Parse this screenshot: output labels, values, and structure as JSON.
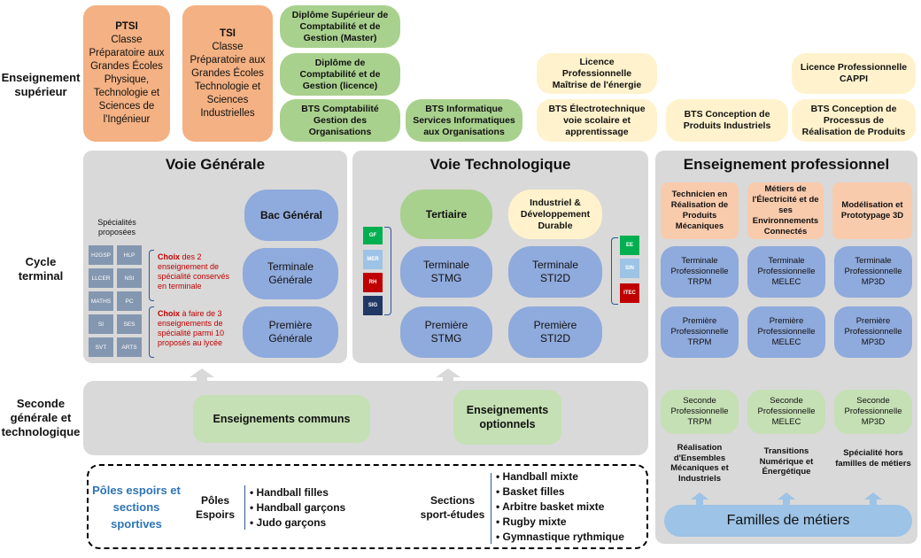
{
  "row_labels": {
    "superieur": "Enseignement supérieur",
    "cycle": "Cycle terminal",
    "seconde": "Seconde générale et technologique"
  },
  "top": {
    "ptsi_title": "PTSI",
    "ptsi_text": "Classe Préparatoire aux Grandes Écoles Physique, Technologie et Sciences de l'Ingénieur",
    "tsi_title": "TSI",
    "tsi_text": "Classe Préparatoire aux Grandes Écoles Technologie et Sciences Industrielles",
    "dscg": "Diplôme Supérieur de Comptabilité et de Gestion (Master)",
    "dcg": "Diplôme de Comptabilité et de Gestion (licence)",
    "bts_cg": "BTS Comptabilité Gestion des Organisations",
    "bts_sio": "BTS Informatique Services Informatiques aux Organisations",
    "lp_energie": "Licence Professionnelle Maîtrise de l'énergie",
    "bts_elec": "BTS Électrotechnique voie scolaire et apprentissage",
    "bts_cpi": "BTS Conception de Produits Industriels",
    "lp_cappi": "Licence Professionnelle CAPPI",
    "bts_cprp": "BTS Conception de Processus de Réalisation de Produits"
  },
  "generale": {
    "title": "Voie Générale",
    "bac": "Bac Général",
    "terminale": "Terminale Générale",
    "premiere": "Première Générale",
    "spec_title": "Spécialités proposées",
    "specs": [
      "H2GSP",
      "HLP",
      "LLCER",
      "NSI",
      "MATHS",
      "PC",
      "SI",
      "SES",
      "SVT",
      "ARTS"
    ],
    "choix1_bold": "Choix",
    "choix1_rest": " des 2 enseignement de spécialité conservés en terminale",
    "choix2_bold": "Choix",
    "choix2_rest": " à faire de 3 enseignements de spécialité parmi 10 proposés au lycée"
  },
  "techno": {
    "title": "Voie Technologique",
    "tertiaire": "Tertiaire",
    "industriel": "Industriel & Développement Durable",
    "term_stmg": "Terminale STMG",
    "term_sti2d": "Terminale STI2D",
    "prem_stmg": "Première STMG",
    "prem_sti2d": "Première STI2D",
    "tags_left": [
      "GF",
      "MER",
      "RH",
      "SIG"
    ],
    "tags_right": [
      "EE",
      "SIN",
      "ITEC"
    ]
  },
  "pro": {
    "title": "Enseignement professionnel",
    "col1_head": "Technicien en Réalisation de Produits Mécaniques",
    "col2_head": "Métiers de l'Électricité et de ses Environnements Connectés",
    "col3_head": "Modélisation et Prototypage 3D",
    "term1": "Terminale Professionnelle TRPM",
    "term2": "Terminale Professionnelle MELEC",
    "term3": "Terminale Professionnelle MP3D",
    "prem1": "Première Professionnelle TRPM",
    "prem2": "Première Professionnelle MELEC",
    "prem3": "Première Professionnelle MP3D",
    "sec1": "Seconde Professionnelle TRPM",
    "sec2": "Seconde Professionnelle MELEC",
    "sec3": "Seconde Professionnelle MP3D",
    "fam1": "Réalisation d'Ensembles Mécaniques et Industriels",
    "fam2": "Transitions Numérique et Énergétique",
    "fam3": "Spécialité hors familles de métiers",
    "familles": "Familles de métiers"
  },
  "seconde": {
    "communs": "Enseignements communs",
    "optionnels": "Enseignements optionnels"
  },
  "sports": {
    "title": "Pôles espoirs et sections sportives",
    "poles_label": "Pôles Espoirs",
    "poles_items": [
      "Handball filles",
      "Handball garçons",
      "Judo garçons"
    ],
    "sections_label": "Sections sport-études",
    "sections_items": [
      "Handball mixte",
      "Basket filles",
      "Arbitre basket mixte",
      "Rugby mixte",
      "Gymnastique rythmique"
    ]
  },
  "colors": {
    "orange": "#f4b183",
    "green": "#a9d18e",
    "cream": "#fff2cc",
    "blue": "#8faadc",
    "light_green": "#c5e0b4",
    "panel_grey": "#d9d9d9",
    "title_blue": "#2e75b6",
    "red": "#c00000"
  }
}
